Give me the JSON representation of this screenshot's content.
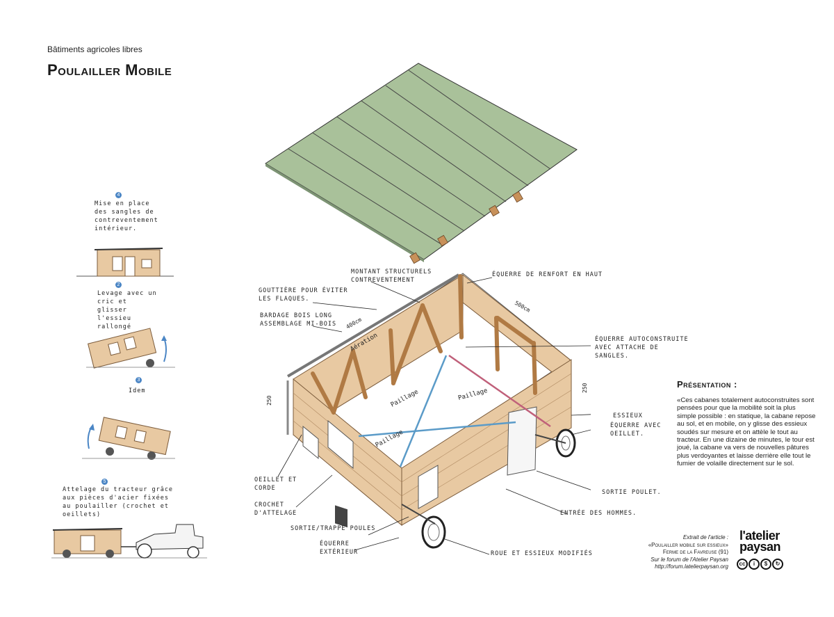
{
  "header": {
    "kicker": "Bâtiments agricoles libres",
    "title": "Poulailler Mobile"
  },
  "steps": [
    {
      "number": "4",
      "text": "Mise en place des sangles de contreventement intérieur."
    },
    {
      "number": "2",
      "text": "Levage avec un cric et glisser l'essieu rallongé"
    },
    {
      "number": "3",
      "text": "Idem"
    },
    {
      "number": "5",
      "text": "Attelage du tracteur grâce aux pièces d'acier fixées au poulailler (crochet et oeillets)"
    }
  ],
  "labels": {
    "montant": "Montant structurels\ncontreventement",
    "equerre_renfort": "Équerre de renfort en haut",
    "gouttiere": "Gouttière pour éviter\nles flaques.",
    "bardage": "Bardage bois long\nassemblage mi-bois",
    "equerre_auto": "Équerre autoconstruite\navec attache de\nsangles.",
    "essieux": "Essieux",
    "equerre_oeillet": "Équerre avec\noeillet.",
    "oeillet_corde": "Oeillet et\ncorde",
    "crochet": "Crochet\nd'attelage",
    "sortie_poulet": "Sortie poulet.",
    "entree_hommes": "Entrée des hommes.",
    "sortie_trappe": "Sortie/trappe poules",
    "equerre_ext": "Équerre\nextérieur",
    "roue": "Roue et essieux modifiés",
    "aeration": "Aération",
    "paillage": "Paillage",
    "dim_500": "500cm",
    "dim_400": "400cm",
    "dim_250a": "250",
    "dim_250b": "250"
  },
  "presentation": {
    "heading": "Présentation :",
    "text": "«Ces cabanes totalement autoconstruites sont pensées pour que la mobilité soit la plus simple possible : en statique, la cabane repose au sol, et en mobile, on y glisse des essieux soudés sur mesure et on attèle le tout au tracteur. En une dizaine de minutes, le tour est joué, la cabane va vers de nouvelles pâtures plus verdoyantes et laisse derrière elle tout le fumier de volaille directement sur le sol."
  },
  "source": {
    "line1": "Extrait de l'article :",
    "line2": "«Poulailler mobile sur essieux»",
    "line3": "Ferme de la Favreuse (91)",
    "line4": "Sur le forum de l'Atelier Paysan",
    "line5": "http://forum.latelierpaysan.org"
  },
  "logo": {
    "line1": "l'atelier",
    "line2": "paysan"
  },
  "colors": {
    "roof": "#a9c19a",
    "wood": "#e8c9a2",
    "timber": "#b07a44",
    "strap": "#5b9bc8",
    "accent": "#4b86c5"
  }
}
